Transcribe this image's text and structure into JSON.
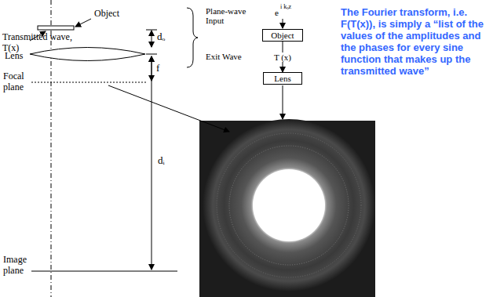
{
  "diagram": {
    "nodes": [
      {
        "text": [
          "Object"
        ]
      },
      {
        "text": [
          "Lens"
        ]
      }
    ],
    "edges": [
      {
        "from": 0,
        "to": 1,
        "arrow": "to",
        "label": "T (x)"
      }
    ],
    "labels": [
      "Object",
      "Transmitted wave, T(x)",
      "Lens",
      "Focal plane",
      "dₒ",
      "f",
      "dᵢ",
      "Image plane",
      "Plane-wave Input",
      "Exit Wave",
      "e",
      "i kₒz",
      "The Fourier transform, i.e. F(T(x)), is simply a “list of the values of the amplitudes and the phases for every sine function that makes up the transmitted wave”"
    ]
  }
}
